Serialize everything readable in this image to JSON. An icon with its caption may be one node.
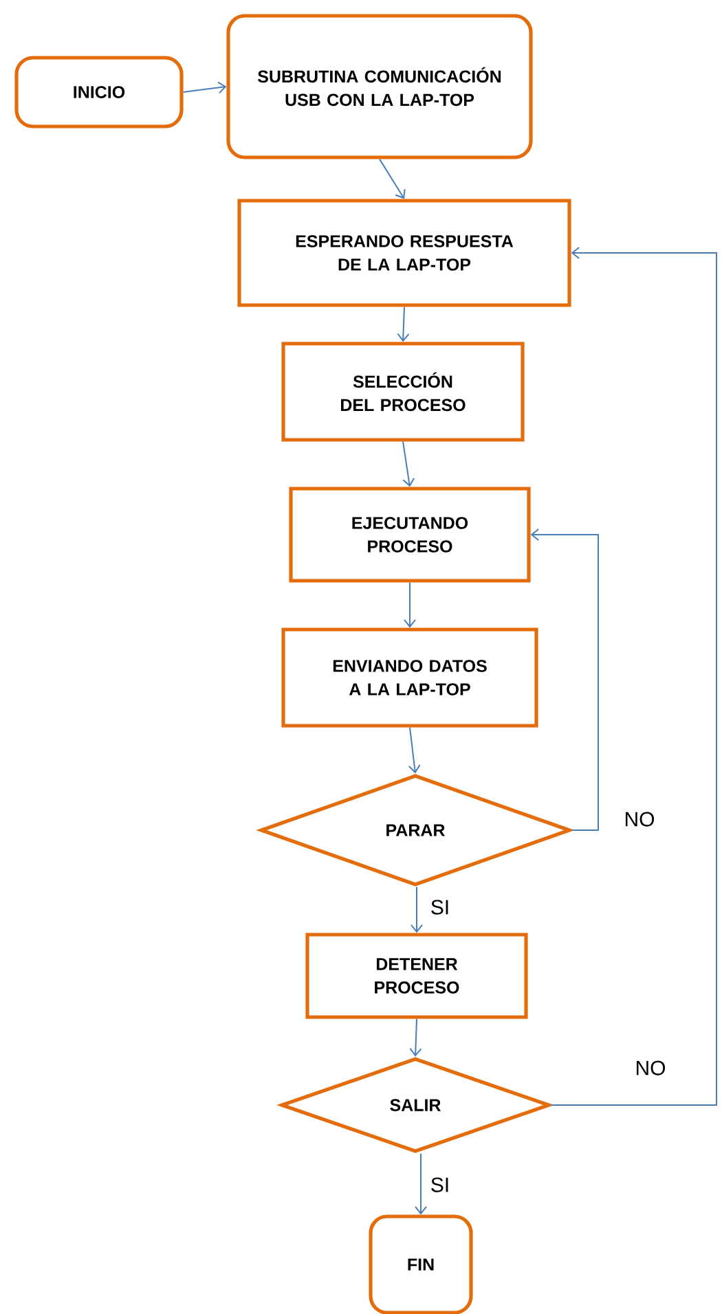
{
  "diagram": {
    "nodes": [
      {
        "text": [
          "INICIO"
        ]
      },
      {
        "text": [
          "SUBRUTINA COMUNICACIÓN USB CON LA LAP-TOP"
        ]
      },
      {
        "text": [
          "ESPERANDO RESPUESTA DE LA LAP-TOP"
        ]
      },
      {
        "text": [
          "SELECCIÓN DEL PROCESO"
        ]
      },
      {
        "text": [
          "EJECUTANDO PROCESO"
        ]
      },
      {
        "text": [
          "ENVIANDO DATOS A LA LAP-TOP"
        ]
      },
      {
        "text": [
          "PARAR"
        ]
      },
      {
        "text": [
          "DETENER PROCESO"
        ]
      },
      {
        "text": [
          "SALIR"
        ]
      },
      {
        "text": [
          "FIN"
        ]
      }
    ],
    "edges": [
      {
        "from": 0,
        "to": 1,
        "arrow": "to"
      },
      {
        "from": 1,
        "to": 2,
        "arrow": "to"
      },
      {
        "from": 2,
        "to": 3,
        "arrow": "to"
      },
      {
        "from": 3,
        "to": 4,
        "arrow": "to"
      },
      {
        "from": 4,
        "to": 5,
        "arrow": "to"
      },
      {
        "from": 5,
        "to": 6,
        "arrow": "to"
      },
      {
        "from": 6,
        "to": 4,
        "arrow": "to",
        "label": "NO"
      },
      {
        "from": 6,
        "to": 7,
        "arrow": "to",
        "label": "SI"
      },
      {
        "from": 7,
        "to": 8,
        "arrow": "to"
      },
      {
        "from": 8,
        "to": 2,
        "arrow": "to",
        "label": "NO"
      },
      {
        "from": 8,
        "to": 9,
        "arrow": "to",
        "label": "SI"
      }
    ]
  }
}
